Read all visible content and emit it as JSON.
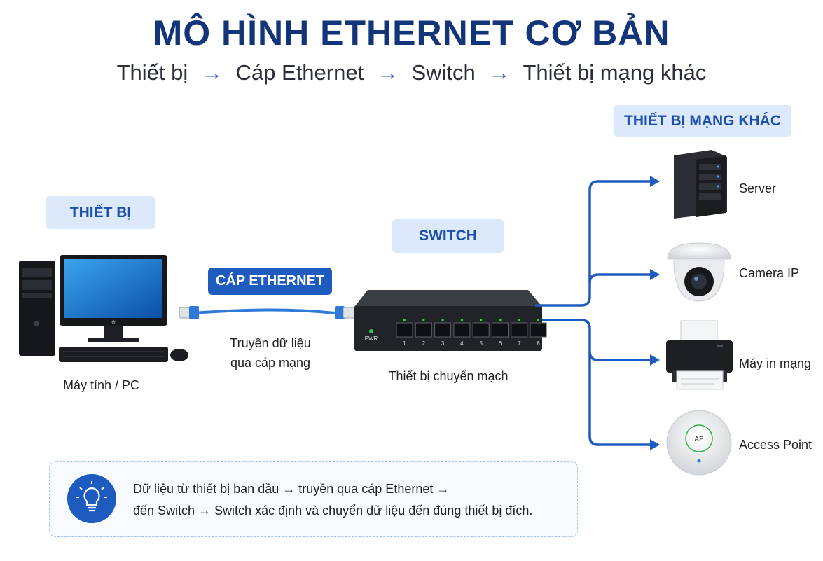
{
  "title": "MÔ HÌNH ETHERNET CƠ BẢN",
  "subtitle": {
    "items": [
      "Thiết bị",
      "Cáp Ethernet",
      "Switch",
      "Thiết bị mạng khác"
    ],
    "arrow": "→"
  },
  "labels": {
    "device": "THIẾT BỊ",
    "cable": "CÁP ETHERNET",
    "switch": "SWITCH",
    "others": "THIẾT BỊ MẠNG KHÁC"
  },
  "captions": {
    "pc": "Máy tính / PC",
    "cable_line1": "Truyền dữ liệu",
    "cable_line2": "qua cáp mạng",
    "switch": "Thiết bị chuyển mạch"
  },
  "switch_panel": {
    "pwr": "PWR",
    "ports": [
      "1",
      "2",
      "3",
      "4",
      "5",
      "6",
      "7",
      "8"
    ]
  },
  "monitor_logo": "⊖",
  "ap_logo": "AP",
  "targets": [
    "Server",
    "Camera IP",
    "Máy in mạng",
    "Access Point"
  ],
  "info": {
    "line1": "Dữ liệu từ thiết bị ban đầu → truyền qua cáp Ethernet →",
    "line2": "đến Switch → Switch xác định và chuyển dữ liệu đến đúng thiết bị đích."
  },
  "colors": {
    "title": "#12357a",
    "accent": "#1e5bbf",
    "pill_bg": "#dbe9fb",
    "cable": "#2f7ad9"
  }
}
